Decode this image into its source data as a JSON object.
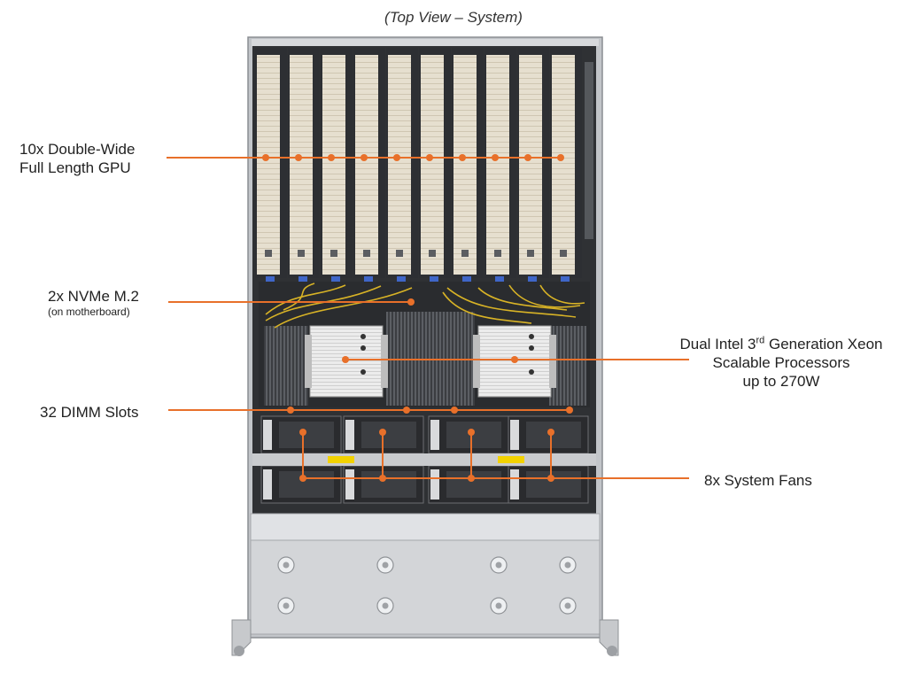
{
  "title": "(Top View – System)",
  "labels": {
    "gpu": {
      "line1": "10x Double-Wide",
      "line2": "Full Length GPU"
    },
    "nvme": {
      "main": "2x NVMe M.2",
      "sub": "(on motherboard)"
    },
    "dimm": {
      "main": "32 DIMM Slots"
    },
    "cpu": {
      "pre": "Dual Intel  3",
      "sup": "rd",
      "post": " Generation Xeon",
      "line2": "Scalable Processors",
      "line3": "up to 270W"
    },
    "fans": {
      "main": "8x System Fans"
    }
  },
  "colors": {
    "accent": "#e8702a",
    "chassis": "#b9bcc0",
    "chassis_dark": "#3a3c40",
    "gpu_heatsink": "#e3dccb",
    "gpu_shroud": "#2d2f33",
    "cpu_heatsink": "#e9e9e9",
    "fan_housing": "#2a2b2e",
    "front_panel": "#d9dbde"
  }
}
